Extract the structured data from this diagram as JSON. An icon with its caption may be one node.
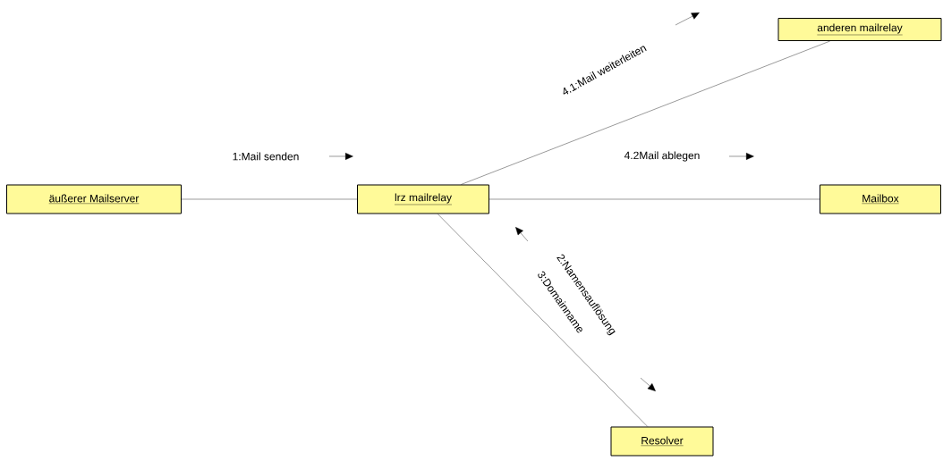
{
  "diagram": {
    "nodes": [
      {
        "text": [
          "äußerer Mailserver"
        ]
      },
      {
        "text": [
          "lrz mailrelay"
        ]
      },
      {
        "text": [
          "anderen mailrelay"
        ]
      },
      {
        "text": [
          "Mailbox"
        ]
      },
      {
        "text": [
          "Resolver"
        ]
      }
    ],
    "edges": [
      {
        "from": 0,
        "to": 1,
        "arrow": "none"
      },
      {
        "from": 1,
        "to": 2,
        "arrow": "none"
      },
      {
        "from": 1,
        "to": 3,
        "arrow": "none"
      },
      {
        "from": 1,
        "to": 4,
        "arrow": "none"
      }
    ],
    "labels": [
      "4.1:Mail weiterleiten",
      "1:Mail senden",
      "4.2Mail ablegen",
      "2:Namensauflösung",
      "3:Domainname"
    ]
  }
}
